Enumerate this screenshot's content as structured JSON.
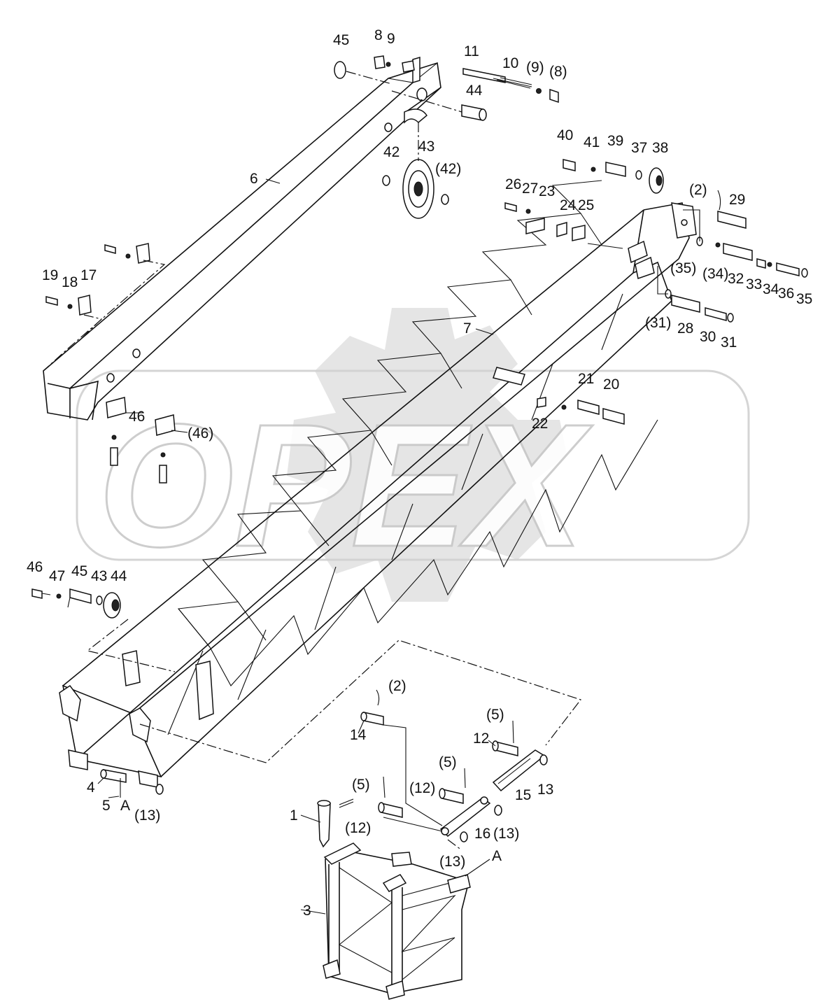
{
  "watermark": {
    "text": "OPEX"
  },
  "labels": {
    "p45": "45",
    "p8": "8",
    "p9": "9",
    "p11": "11",
    "p10": "10",
    "p9b": "(9)",
    "p8b": "(8)",
    "p44": "44",
    "p43": "43",
    "p42": "42",
    "p42b": "(42)",
    "p6": "6",
    "p40": "40",
    "p41": "41",
    "p39": "39",
    "p37": "37",
    "p38": "38",
    "p26": "26",
    "p27": "27",
    "p23": "23",
    "p24": "24",
    "p25": "25",
    "p2a": "(2)",
    "p29": "29",
    "p35b": "(35)",
    "p34b": "(34)",
    "p32": "32",
    "p33": "33",
    "p34": "34",
    "p36": "36",
    "p35": "35",
    "p31b": "(31)",
    "p28": "28",
    "p30": "30",
    "p31": "31",
    "p19": "19",
    "p18": "18",
    "p17": "17",
    "p7": "7",
    "p21": "21",
    "p20": "20",
    "p22": "22",
    "p46": "46",
    "p46b": "(46)",
    "q46": "46",
    "q47": "47",
    "q45": "45",
    "q43": "43",
    "q44": "44",
    "p2b": "(2)",
    "p5a": "(5)",
    "p14": "14",
    "p12": "12",
    "p5b": "(5)",
    "p5c": "(5)",
    "p12b": "(12)",
    "p12c": "(12)",
    "p15": "15",
    "p13": "13",
    "p16": "16",
    "p13b": "(13)",
    "p13c": "(13)",
    "pA2": "A",
    "p4": "4",
    "p5": "5",
    "pA": "A",
    "p13d": "(13)",
    "p1": "1",
    "p3": "3"
  }
}
